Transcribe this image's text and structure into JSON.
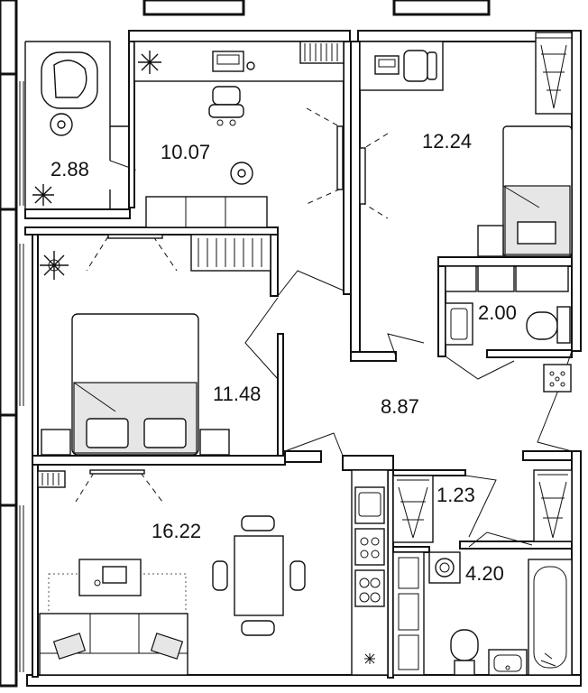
{
  "plan": {
    "rooms": [
      {
        "id": "balcony",
        "area": "2.88"
      },
      {
        "id": "study",
        "area": "10.07"
      },
      {
        "id": "bedroom-right",
        "area": "12.24"
      },
      {
        "id": "bathroom-small",
        "area": "2.00"
      },
      {
        "id": "bedroom-left",
        "area": "11.48"
      },
      {
        "id": "hallway",
        "area": "8.87"
      },
      {
        "id": "living-kitchen",
        "area": "16.22"
      },
      {
        "id": "closet",
        "area": "1.23"
      },
      {
        "id": "bathroom-large",
        "area": "4.20"
      }
    ]
  },
  "colors": {
    "wall": "#111111",
    "background": "#ffffff",
    "fill_grey": "#e6e6e6"
  }
}
